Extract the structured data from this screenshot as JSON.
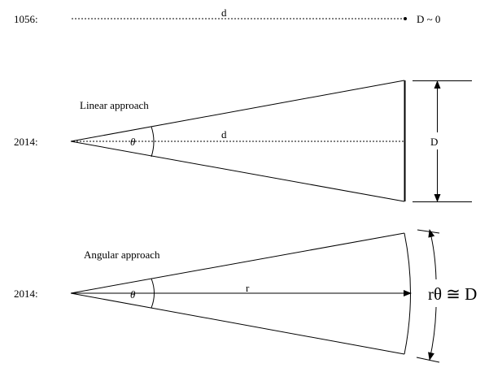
{
  "rows": [
    {
      "year": "1056:",
      "distance_label": "d",
      "size_label": "D ~ 0"
    },
    {
      "year": "2014:",
      "title": "Linear approach",
      "angle_label": "θ",
      "distance_label": "d",
      "size_label": "D"
    },
    {
      "year": "2014:",
      "title": "Angular approach",
      "angle_label": "θ",
      "radius_label": "r",
      "relation_label": "rθ ≅ D"
    }
  ]
}
